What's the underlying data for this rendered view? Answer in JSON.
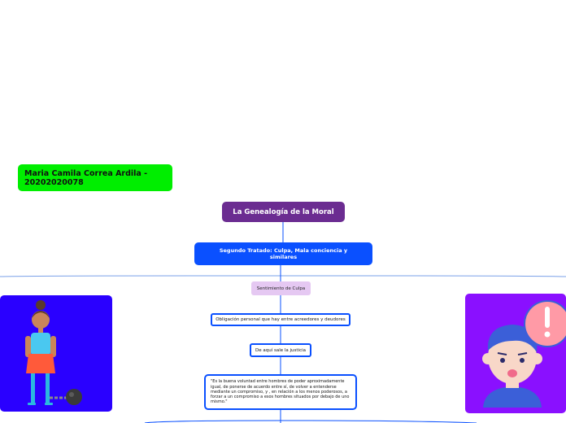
{
  "author": {
    "label": "Maria Camila Correa Ardila - 20202020078"
  },
  "root": {
    "label": "La Genealogía de la Moral"
  },
  "main_topic": {
    "label": "Segundo Tratado: Culpa, Mala conciencia y similares"
  },
  "subtopics": {
    "sentimiento": "Sentimiento de Culpa",
    "obligacion": "Obligación personal que hay entre acreedores y deudores",
    "justicia": "De aquí sale la justicia",
    "cita": "\"Es la buena voluntad entre hombres de poder aproximadamente igual, de ponerse de acuerdo entre sí, de volver a entenderse mediante un compromiso, y , en relación a los menos poderosos,  a forzar a un compromiso a esos hombres situados por debajo de uno mismo.\""
  },
  "colors": {
    "author_bg": "#00ee00",
    "root_bg": "#6b2c91",
    "main_bg": "#0a50ff",
    "sentimiento_bg": "#e5c8f2",
    "left_card_bg": "#2a00ff",
    "right_card_bg": "#8a10ff"
  },
  "illustrations": {
    "left": "woman-with-ball-and-chain-illustration",
    "right": "confused-person-with-exclamation-illustration"
  }
}
